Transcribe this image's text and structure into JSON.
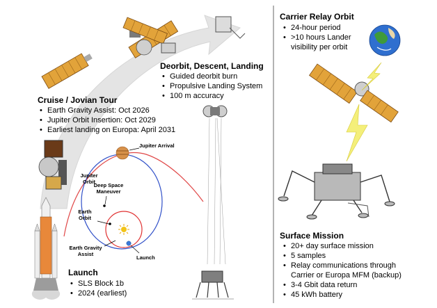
{
  "cruise": {
    "title": "Cruise / Jovian Tour",
    "bullets": [
      "Earth Gravity Assist: Oct 2026",
      "Jupiter Orbit Insertion: Oct 2029",
      "Earliest landing on Europa: April 2031"
    ]
  },
  "deorbit": {
    "title": "Deorbit, Descent, Landing",
    "bullets": [
      "Guided deorbit burn",
      "Propulsive Landing System",
      "100 m accuracy"
    ]
  },
  "relay": {
    "title": "Carrier Relay Orbit",
    "bullets": [
      "24-hour period",
      ">10 hours Lander",
      "visibility per orbit"
    ]
  },
  "surface": {
    "title": "Surface Mission",
    "bullets": [
      "20+ day surface mission",
      "5 samples",
      "Relay communications through",
      "Carrier or Europa MFM (backup)",
      "3-4 Gbit data return",
      "45 kWh battery"
    ]
  },
  "launch": {
    "title": "Launch",
    "bullets": [
      "SLS Block 1b",
      "2024 (earliest)"
    ]
  },
  "orbit_labels": {
    "jupiter_arrival": "Jupiter Arrival",
    "jupiter_orbit": [
      "Jupiter",
      "Orbit"
    ],
    "deep_space": [
      "Deep Space",
      "Maneuver"
    ],
    "earth_orbit": [
      "Earth",
      "Orbit"
    ],
    "earth_gravity": [
      "Earth Gravity",
      "Assist"
    ],
    "launch_point": "Launch"
  },
  "colors": {
    "arrow": "#e4e4e4",
    "earth_orbit": "#e03030",
    "transfer_orbit": "#3050c8",
    "jupiter_orbit": "#e04848",
    "lightning": "#f4ef7a",
    "divider": "#9a9a9a",
    "rocket_body": "#e8883a"
  }
}
